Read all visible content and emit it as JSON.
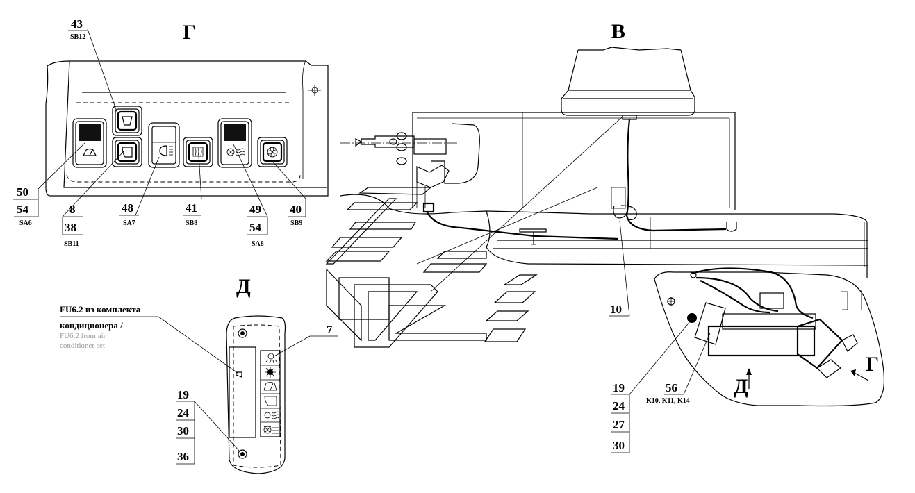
{
  "views": {
    "g": "Г",
    "v": "В",
    "d": "Д",
    "g_arrow": "Г",
    "d_arrow": "Д"
  },
  "panel_g": {
    "callouts": {
      "c43": "43",
      "c43_code": "SB12",
      "c50": "50",
      "c54a": "54",
      "c54a_code": "SA6",
      "c8": "8",
      "c38": "38",
      "c38_code": "SB11",
      "c48": "48",
      "c48_code": "SA7",
      "c41": "41",
      "c41_code": "SB8",
      "c49": "49",
      "c54b": "54",
      "c54b_code": "SA8",
      "c40": "40",
      "c40_code": "SB9"
    },
    "icons": [
      "wiper-icon",
      "windshield-heat-icon",
      "mirror-heat-icon",
      "headlight-icon",
      "defrost-icon",
      "fan-heater-icon",
      "fan-icon"
    ]
  },
  "panel_d": {
    "note_ru_line1": "FU6.2 из комплекта",
    "note_ru_line2": "кондиционера /",
    "note_en_line1": "FU6.2 from air",
    "note_en_line2": "conditioner set",
    "callouts": {
      "c7": "7",
      "c19": "19",
      "c24": "24",
      "c30": "30",
      "c36": "36"
    }
  },
  "view_v": {
    "callouts": {
      "c10": "10",
      "c19": "19",
      "c24": "24",
      "c27": "27",
      "c30": "30",
      "c56": "56",
      "c56_code": "K10, K11, K14"
    }
  }
}
